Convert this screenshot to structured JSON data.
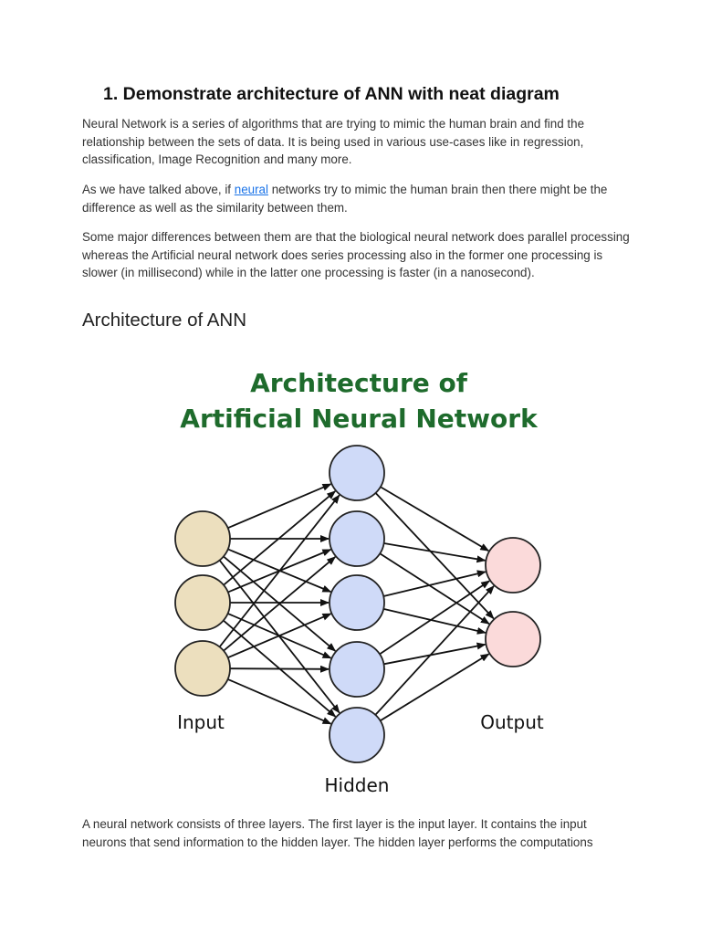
{
  "heading": "1. Demonstrate architecture of ANN with neat diagram",
  "paragraphs": {
    "p1": "Neural Network is a series of algorithms that are trying to mimic the human brain and find the relationship between the sets of data. It is being used in various use-cases like in regression, classification, Image Recognition and many more.",
    "p2_before": "As we have talked above, if ",
    "p2_link": "neural",
    "p2_after": " networks try to mimic the human brain then there might be the difference as well as the similarity between them.",
    "p3": "Some major differences between them are that the biological neural network does parallel processing whereas the Artificial neural network does series processing also in the former one processing is slower (in millisecond) while in the latter one processing is faster (in a nanosecond).",
    "p4": "A neural network consists of three layers. The first layer is the input layer. It contains the input neurons that send information to the hidden layer. The hidden layer performs the computations"
  },
  "subheading": "Architecture of ANN",
  "diagram": {
    "title_line1": "Architecture of",
    "title_line2": "Artificial Neural Network",
    "label_input": "Input",
    "label_hidden": "Hidden",
    "label_output": "Output",
    "layers": {
      "input": 3,
      "hidden": 5,
      "output": 2
    },
    "colors": {
      "title": "#1e6b2c",
      "input_fill": "#ecdfbe",
      "hidden_fill": "#cfdaf8",
      "output_fill": "#fbdada",
      "stroke": "#222222",
      "link": "#1a73e8"
    }
  }
}
